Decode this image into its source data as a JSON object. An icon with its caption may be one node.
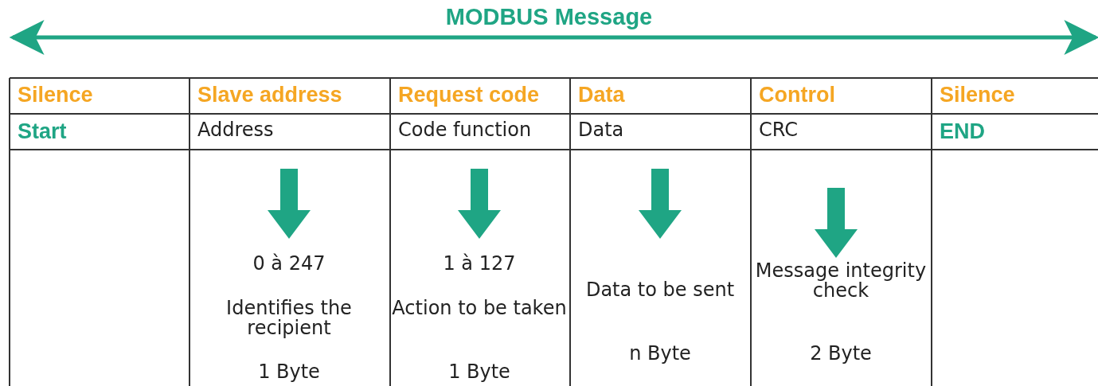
{
  "diagram": {
    "title": "MODBUS Message",
    "labels": [
      "Silence",
      "Slave address",
      "Request code",
      "Data",
      "Control",
      "Silence",
      "Start",
      "Address",
      "Code function",
      "Data",
      "CRC",
      "END",
      "0 à 247",
      "Identifies the recipient",
      "1 Byte",
      "1 à 127",
      "Action to be taken",
      "1 Byte",
      "Data to be sent",
      "n Byte",
      "Message integrity check",
      "2 Byte"
    ]
  }
}
